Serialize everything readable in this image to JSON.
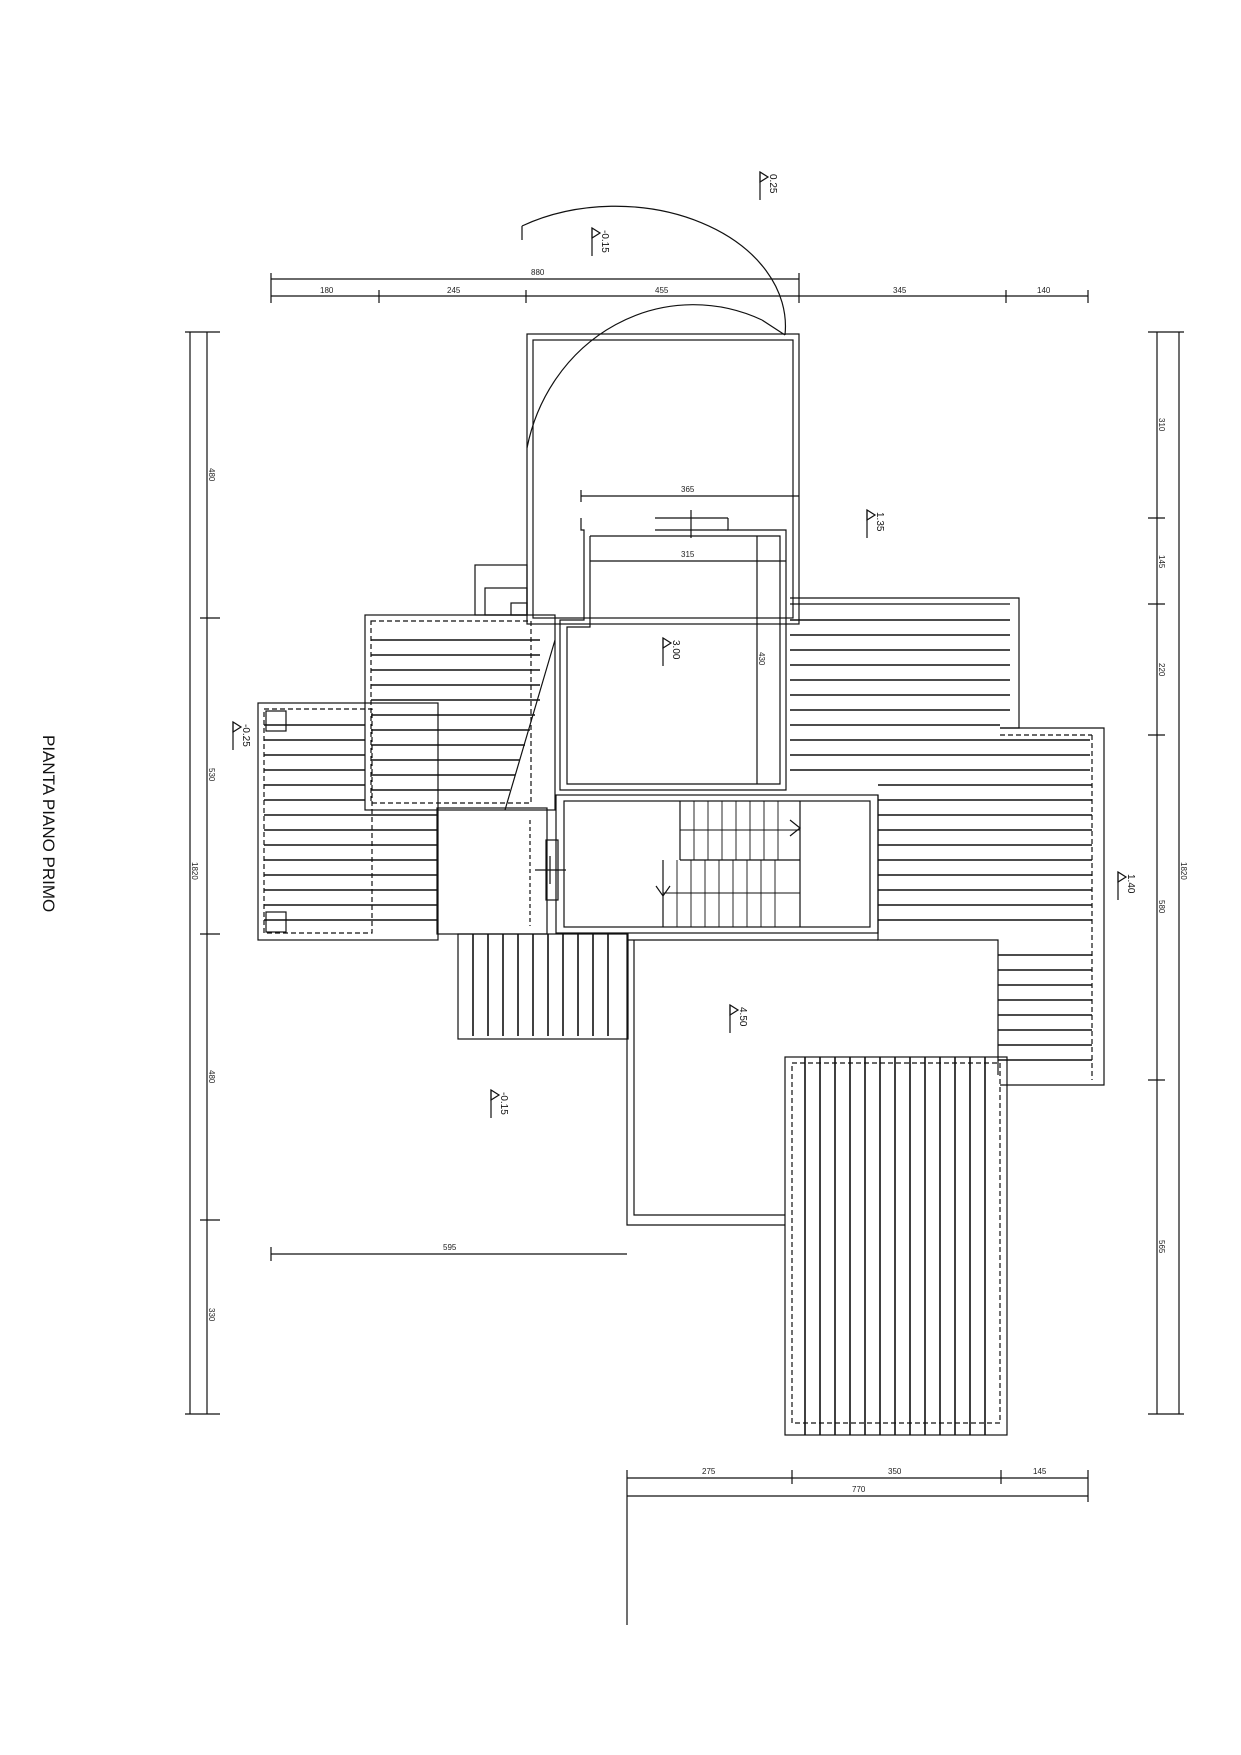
{
  "drawing": {
    "title": "PIANTA PIANO PRIMO"
  },
  "dimensions": {
    "top_total": "880",
    "top_segments": [
      "180",
      "245",
      "455",
      "345",
      "140"
    ],
    "left_total": "1820",
    "left_segments": [
      "480",
      "530",
      "480",
      "330"
    ],
    "right_total": "1820",
    "right_segments": [
      "310",
      "145",
      "220",
      "580",
      "565"
    ],
    "bottom_segments": [
      "275",
      "350",
      "145"
    ],
    "bottom_total": "770",
    "inner_width_upper": "365",
    "inner_width_lower": "315",
    "inner_height": "430",
    "lower_left": "595"
  },
  "elevations": {
    "top_right": "0.25",
    "arc": "-0.15",
    "upper_right_roof": "1.35",
    "center_room": "3.00",
    "left_terrace": "-0.25",
    "right_terrace": "1.40",
    "lower_room": "4.50",
    "lower_left_ground": "-0.15"
  },
  "colors": {
    "line": "#111111",
    "background": "#ffffff"
  }
}
